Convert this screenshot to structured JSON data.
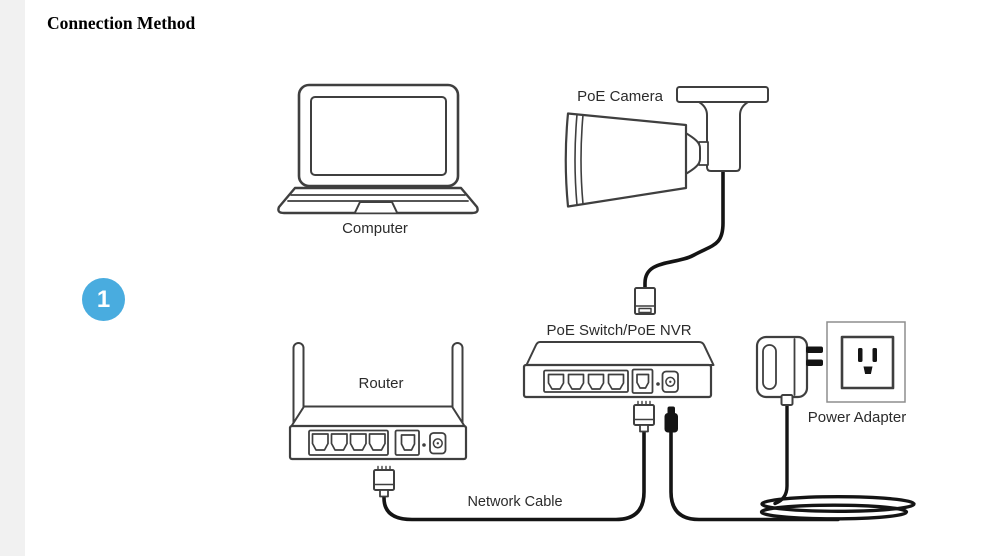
{
  "page": {
    "title": "Connection Method"
  },
  "step_badge": {
    "number": "1"
  },
  "diagram": {
    "labels": {
      "computer": "Computer",
      "poe_camera": "PoE Camera",
      "poe_switch": "PoE Switch/PoE NVR",
      "router": "Router",
      "network_cable": "Network Cable",
      "power_adapter": "Power Adapter"
    },
    "icons": {
      "laptop": "laptop-icon",
      "camera": "bullet-camera-icon",
      "router": "router-icon",
      "switch": "poe-switch-icon",
      "rj45": "rj45-connector-icon",
      "dc_plug": "dc-power-plug-icon",
      "adapter": "power-adapter-icon",
      "outlet": "wall-outlet-icon",
      "coil": "coiled-cable-icon"
    }
  },
  "colors": {
    "accent_blue": "#49acdf",
    "line_art": "#3f3f3f",
    "cable_black": "#141414",
    "left_strip_gray": "#f1f1f1",
    "label_text": "#2b2b2b"
  }
}
